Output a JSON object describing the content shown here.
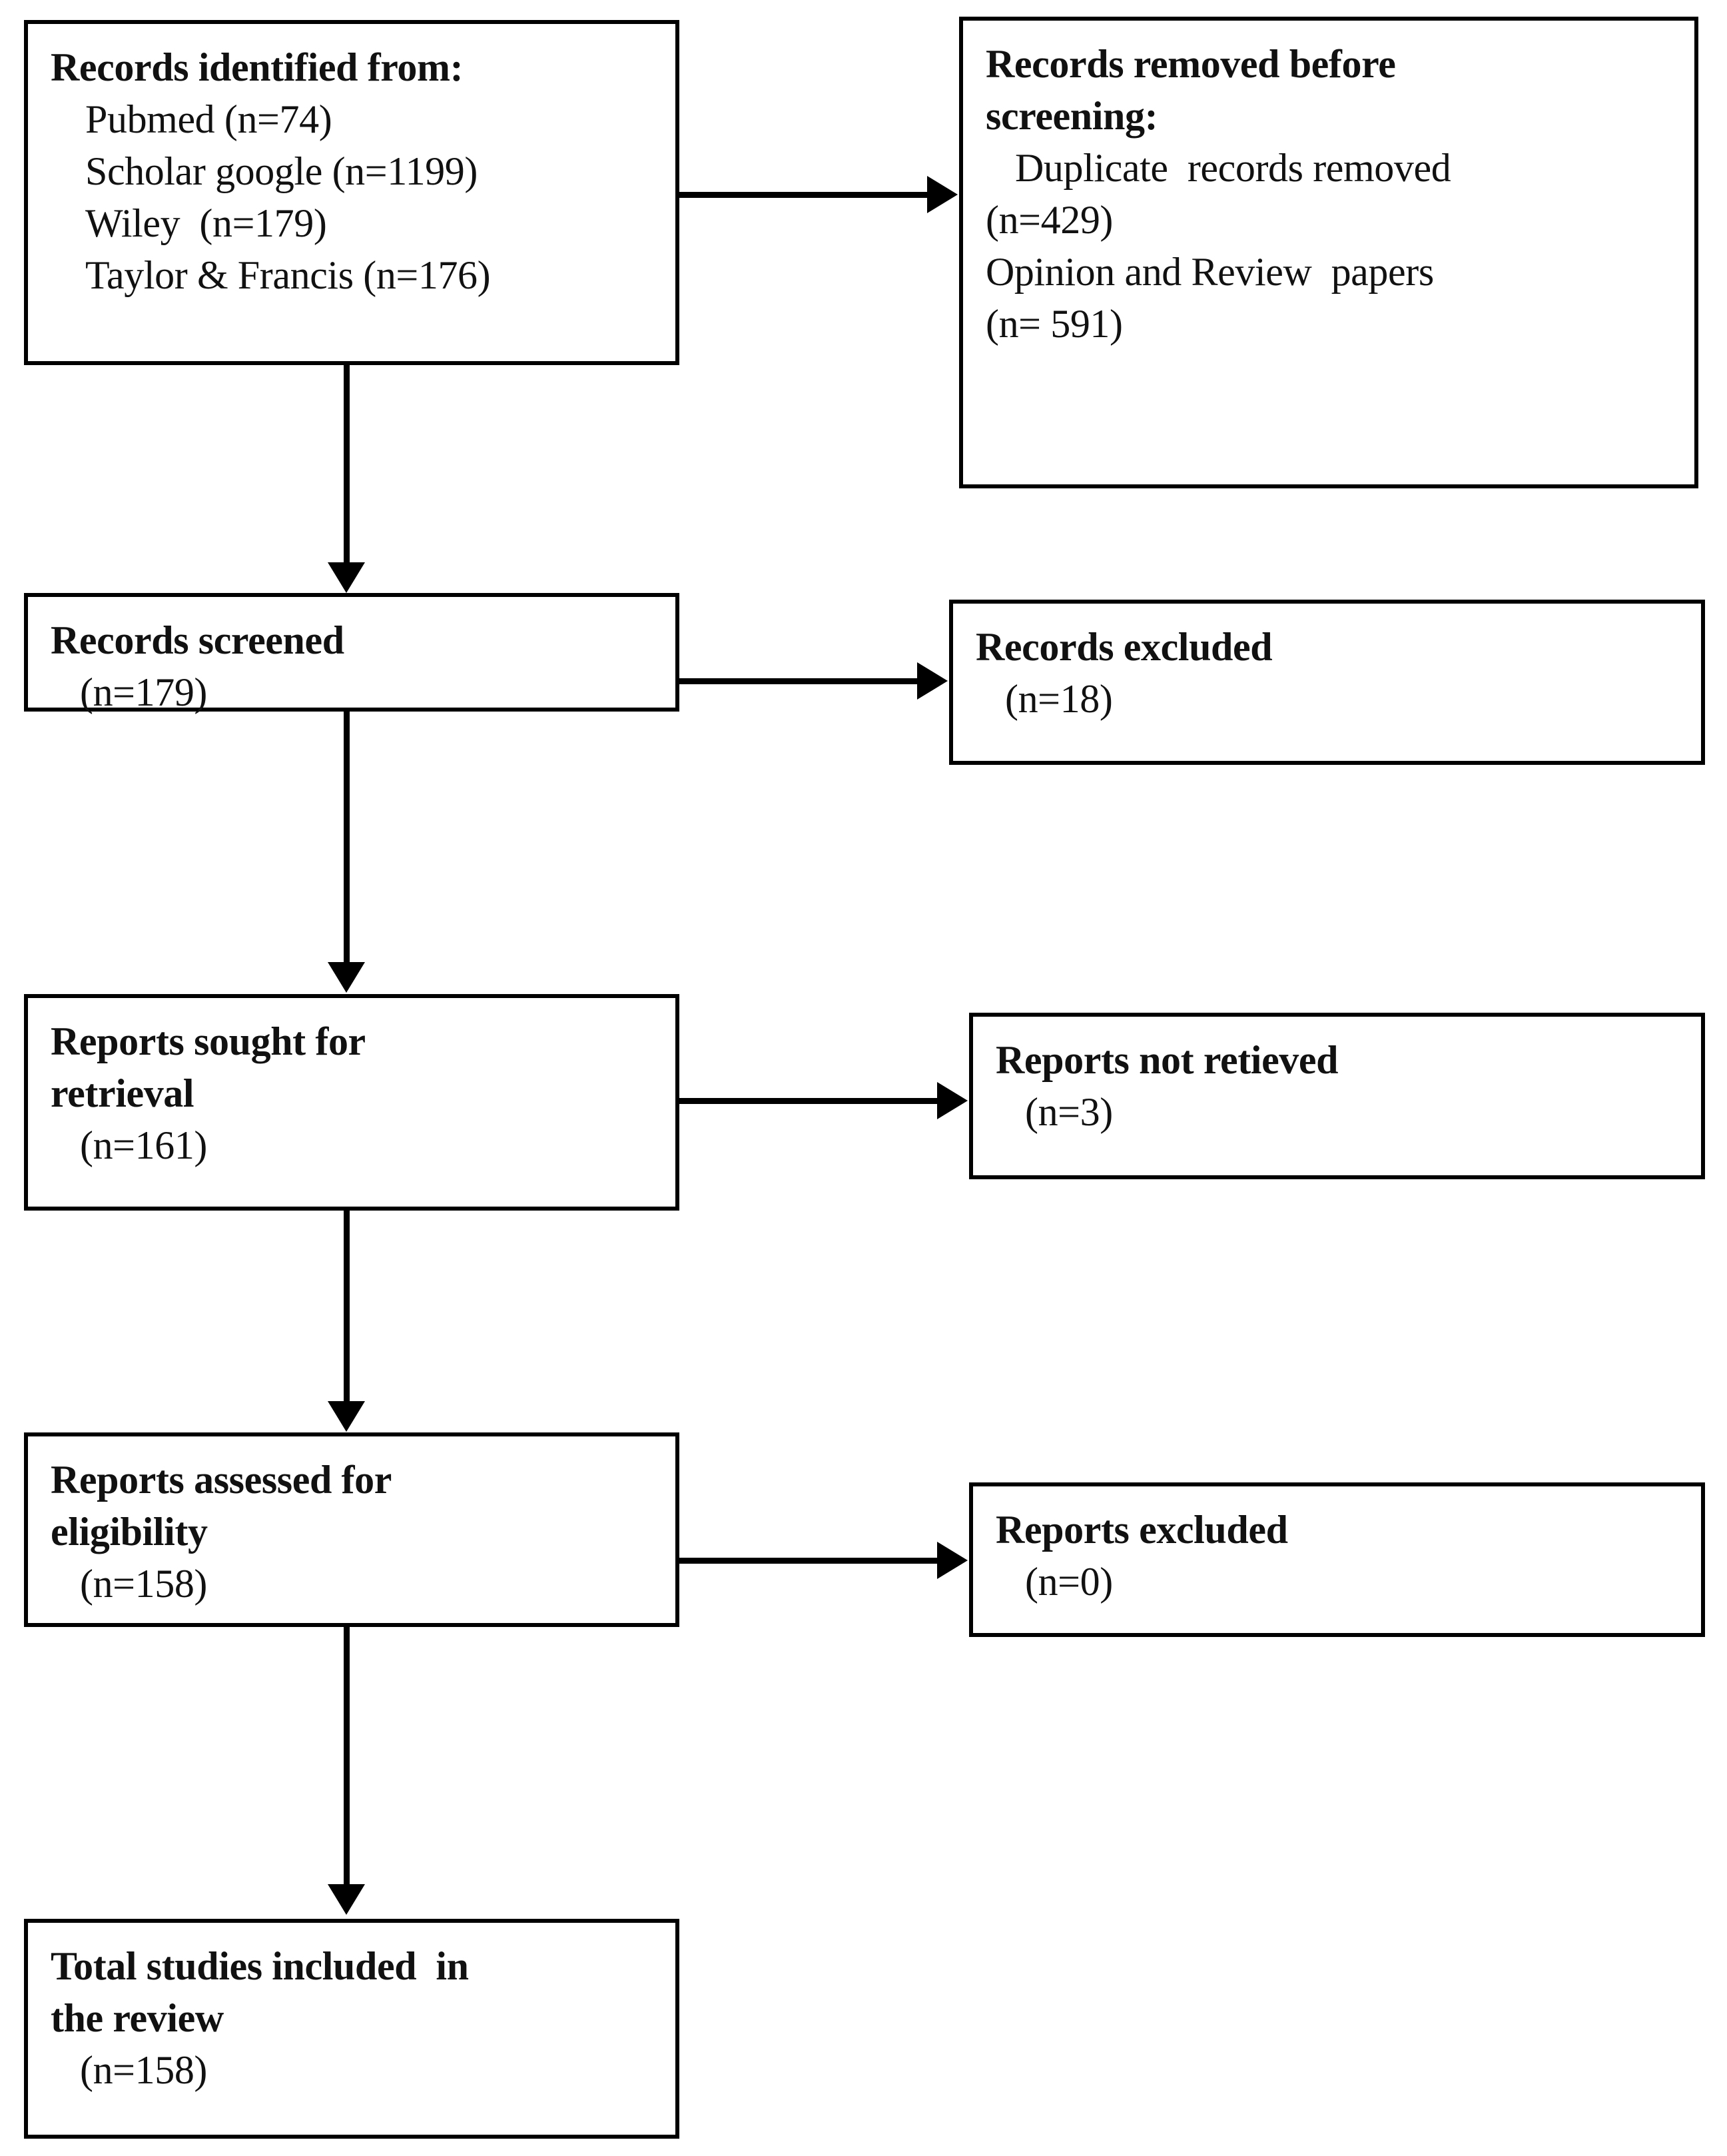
{
  "diagram": {
    "type": "prisma-flow-diagram",
    "title": "PRISMA study selection flow diagram",
    "nodes": {
      "identification": {
        "heading": "Records identified from:",
        "lines": [
          "Pubmed (n=74)",
          "Scholar google (n=1199)",
          "Wiley  (n=179)",
          "Taylor & Francis (n=176)"
        ],
        "counts": {
          "pubmed": 74,
          "scholar_google": 1199,
          "wiley": 179,
          "taylor_and_francis": 176
        }
      },
      "removed_before_screening": {
        "heading_line_1": "Records removed before",
        "heading_line_2": "screening:",
        "lines": [
          "Duplicate  records removed",
          "(n=429)",
          "Opinion and Review  papers",
          "(n= 591)"
        ],
        "counts": {
          "duplicate_records_removed": 429,
          "opinion_and_review_papers": 591
        }
      },
      "records_screened": {
        "heading": "Records screened",
        "count_line": "(n=179)",
        "count": 179
      },
      "records_excluded": {
        "heading": "Records excluded",
        "count_line": "(n=18)",
        "count": 18
      },
      "reports_sought": {
        "heading_line_1": "Reports sought for",
        "heading_line_2": "retrieval",
        "count_line": "(n=161)",
        "count": 161
      },
      "reports_not_retrieved": {
        "heading": "Reports not retieved",
        "count_line": "(n=3)",
        "count": 3
      },
      "reports_assessed": {
        "heading_line_1": "Reports assessed for",
        "heading_line_2": "eligibility",
        "count_line": "(n=158)",
        "count": 158
      },
      "reports_excluded": {
        "heading": "Reports excluded",
        "count_line": "(n=0)",
        "count": 0
      },
      "total_included": {
        "heading_line_1": "Total studies included  in",
        "heading_line_2": "the review",
        "count_line": "(n=158)",
        "count": 158
      }
    },
    "colors": {
      "stroke": "#000000",
      "fill": "#ffffff",
      "text": "#111111"
    }
  }
}
